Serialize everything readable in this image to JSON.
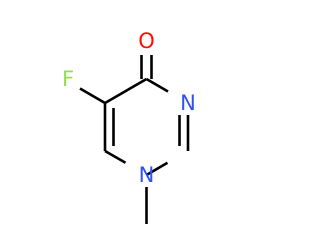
{
  "molecule": {
    "atoms": {
      "oxygen": {
        "symbol": "O",
        "color": "#ff0d0d"
      },
      "fluorine": {
        "symbol": "F",
        "color": "#90e050"
      },
      "nitrogen_3": {
        "symbol": "N",
        "color": "#3050f8"
      },
      "nitrogen_1": {
        "symbol": "N",
        "color": "#3050f8"
      }
    },
    "bond_color": "#000000"
  }
}
